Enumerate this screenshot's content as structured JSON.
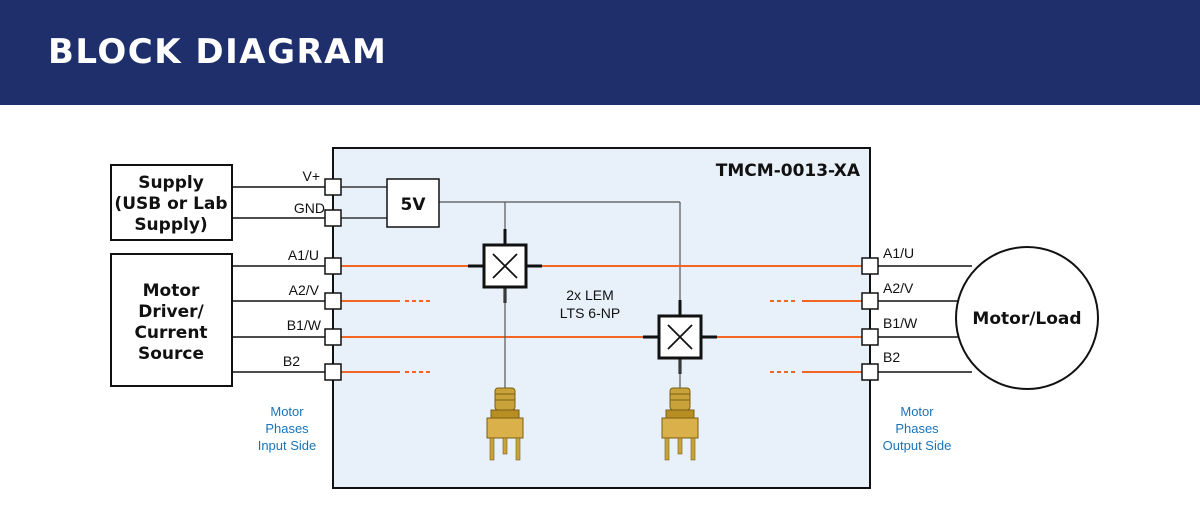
{
  "header": {
    "title": "BLOCK DIAGRAM"
  },
  "module": {
    "name": "TMCM-0013-XA"
  },
  "supply_box": {
    "lines": [
      "Supply",
      "(USB or Lab",
      "Supply)"
    ]
  },
  "driver_box": {
    "lines": [
      "Motor",
      "Driver/",
      "Current",
      "Source"
    ]
  },
  "regulator": {
    "label": "5V"
  },
  "sensor": {
    "lines": [
      "2x LEM",
      "LTS 6-NP"
    ]
  },
  "motor": {
    "label": "Motor/Load"
  },
  "supply_pins": [
    "V+",
    "GND"
  ],
  "input_pins": [
    "A1/U",
    "A2/V",
    "B1/W",
    "B2"
  ],
  "output_pins": [
    "A1/U",
    "A2/V",
    "B1/W",
    "B2"
  ],
  "input_side_note": [
    "Motor",
    "Phases",
    "Input Side"
  ],
  "output_side_note": [
    "Motor",
    "Phases",
    "Output Side"
  ],
  "colors": {
    "header_bg": "#1f2f6b",
    "module_bg": "#e8f1fa",
    "phase_line": "#f26522",
    "note_text": "#1a73b8"
  }
}
